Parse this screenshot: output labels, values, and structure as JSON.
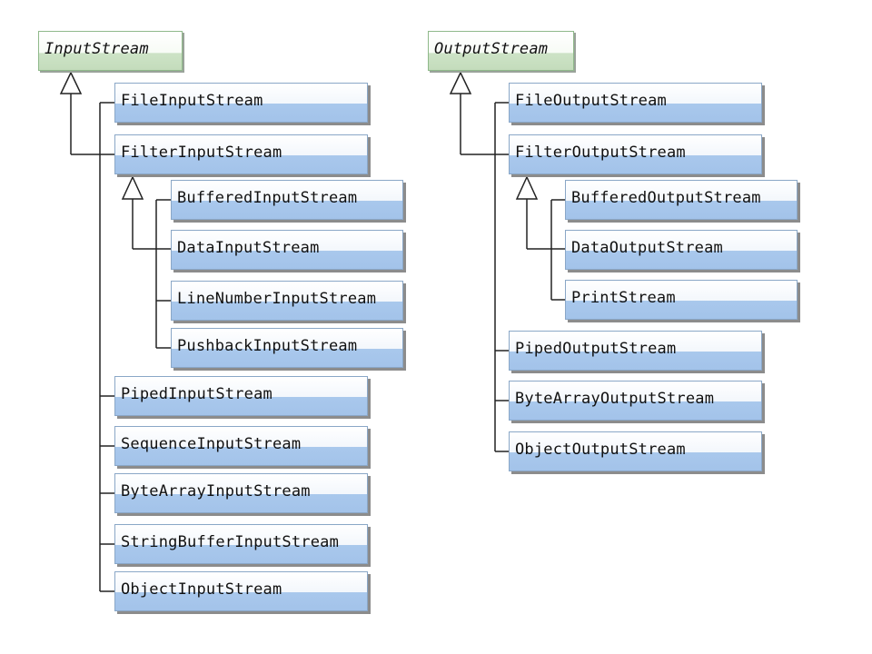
{
  "input": {
    "root": "InputStream",
    "children": [
      "FileInputStream",
      "FilterInputStream",
      "PipedInputStream",
      "SequenceInputStream",
      "ByteArrayInputStream",
      "StringBufferInputStream",
      "ObjectInputStream"
    ],
    "filter_children": [
      "BufferedInputStream",
      "DataInputStream",
      "LineNumberInputStream",
      "PushbackInputStream"
    ]
  },
  "output": {
    "root": "OutputStream",
    "children": [
      "FileOutputStream",
      "FilterOutputStream",
      "PipedOutputStream",
      "ByteArrayOutputStream",
      "ObjectOutputStream"
    ],
    "filter_children": [
      "BufferedOutputStream",
      "DataOutputStream",
      "PrintStream"
    ]
  }
}
